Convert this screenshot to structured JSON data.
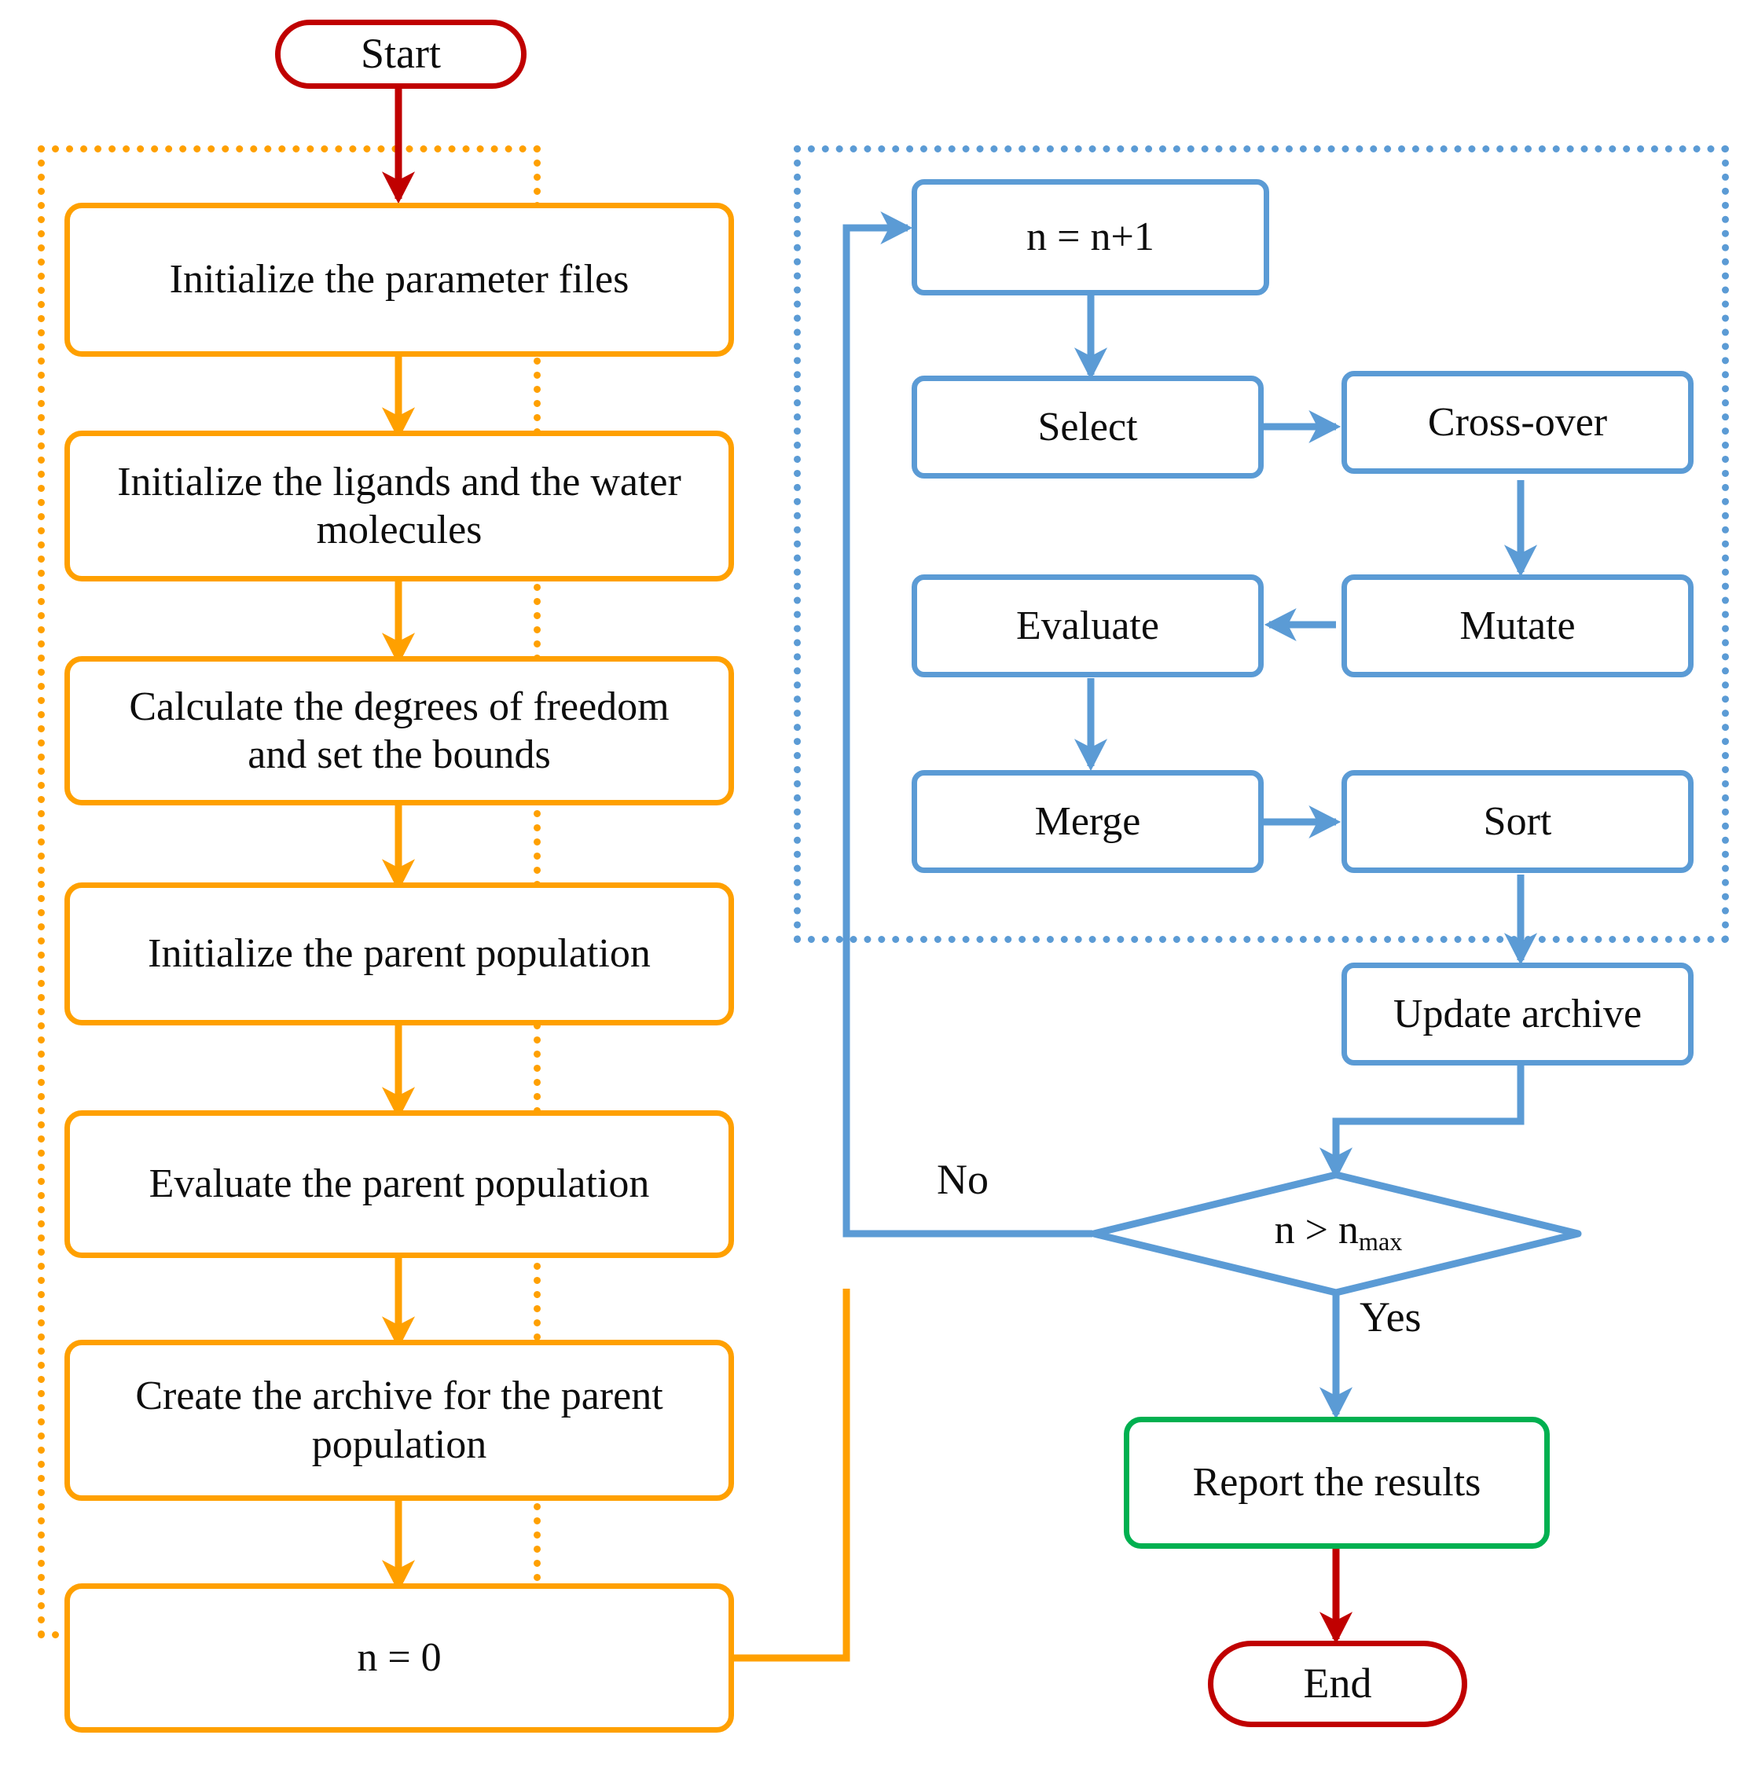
{
  "diagram": {
    "title": "Optimization algorithm flowchart",
    "colors": {
      "start_end": "#C00000",
      "initialization_group": "#FFA000",
      "evolution_group": "#5B9BD5",
      "report": "#00B050",
      "text": "#0D0D0D",
      "background": "#FFFFFF"
    },
    "groups": [
      {
        "id": "initialization",
        "name": "initialization-group",
        "border_style": "dotted",
        "color": "#FFA000"
      },
      {
        "id": "evolution",
        "name": "evolution-loop-group",
        "border_style": "dotted",
        "color": "#5B9BD5"
      }
    ],
    "nodes": {
      "start": {
        "label": "Start",
        "shape": "rounded-pill",
        "color": "#C00000"
      },
      "init_param": {
        "label": "Initialize the parameter files",
        "shape": "rounded-rect",
        "color": "#FFA000"
      },
      "init_ligands": {
        "label": "Initialize the ligands and the water molecules",
        "shape": "rounded-rect",
        "color": "#FFA000"
      },
      "calc_dof": {
        "label": "Calculate the degrees of freedom and set the bounds",
        "shape": "rounded-rect",
        "color": "#FFA000"
      },
      "init_parent": {
        "label": "Initialize the parent population",
        "shape": "rounded-rect",
        "color": "#FFA000"
      },
      "eval_parent": {
        "label": "Evaluate the parent population",
        "shape": "rounded-rect",
        "color": "#FFA000"
      },
      "create_archive": {
        "label": "Create the archive for the parent population",
        "shape": "rounded-rect",
        "color": "#FFA000"
      },
      "n_zero": {
        "label": "n = 0",
        "shape": "rounded-rect",
        "color": "#FFA000"
      },
      "n_increment": {
        "label": "n = n+1",
        "shape": "rounded-rect",
        "color": "#5B9BD5"
      },
      "select": {
        "label": "Select",
        "shape": "rounded-rect",
        "color": "#5B9BD5"
      },
      "crossover": {
        "label": "Cross-over",
        "shape": "rounded-rect",
        "color": "#5B9BD5"
      },
      "mutate": {
        "label": "Mutate",
        "shape": "rounded-rect",
        "color": "#5B9BD5"
      },
      "evaluate": {
        "label": "Evaluate",
        "shape": "rounded-rect",
        "color": "#5B9BD5"
      },
      "merge": {
        "label": "Merge",
        "shape": "rounded-rect",
        "color": "#5B9BD5"
      },
      "sort": {
        "label": "Sort",
        "shape": "rounded-rect",
        "color": "#5B9BD5"
      },
      "update_archive": {
        "label": "Update archive",
        "shape": "rounded-rect",
        "color": "#5B9BD5"
      },
      "decision": {
        "label_main": "n > n",
        "label_sub": "max",
        "shape": "diamond",
        "color": "#5B9BD5"
      },
      "report": {
        "label": "Report the results",
        "shape": "rounded-rect",
        "color": "#00B050"
      },
      "end": {
        "label": "End",
        "shape": "rounded-pill",
        "color": "#C00000"
      }
    },
    "edge_labels": {
      "no": "No",
      "yes": "Yes"
    },
    "edges": [
      {
        "from": "start",
        "to": "init_param",
        "color": "#C00000"
      },
      {
        "from": "init_param",
        "to": "init_ligands",
        "color": "#FFA000"
      },
      {
        "from": "init_ligands",
        "to": "calc_dof",
        "color": "#FFA000"
      },
      {
        "from": "calc_dof",
        "to": "init_parent",
        "color": "#FFA000"
      },
      {
        "from": "init_parent",
        "to": "eval_parent",
        "color": "#FFA000"
      },
      {
        "from": "eval_parent",
        "to": "create_archive",
        "color": "#FFA000"
      },
      {
        "from": "create_archive",
        "to": "n_zero",
        "color": "#FFA000"
      },
      {
        "from": "n_zero",
        "to": "n_increment",
        "color": "#FFA000"
      },
      {
        "from": "n_increment",
        "to": "select",
        "color": "#5B9BD5"
      },
      {
        "from": "select",
        "to": "crossover",
        "color": "#5B9BD5"
      },
      {
        "from": "crossover",
        "to": "mutate",
        "color": "#5B9BD5"
      },
      {
        "from": "mutate",
        "to": "evaluate",
        "color": "#5B9BD5"
      },
      {
        "from": "evaluate",
        "to": "merge",
        "color": "#5B9BD5"
      },
      {
        "from": "merge",
        "to": "sort",
        "color": "#5B9BD5"
      },
      {
        "from": "sort",
        "to": "update_archive",
        "color": "#5B9BD5"
      },
      {
        "from": "update_archive",
        "to": "decision",
        "color": "#5B9BD5"
      },
      {
        "from": "decision",
        "to": "n_increment",
        "label": "No",
        "color": "#5B9BD5"
      },
      {
        "from": "decision",
        "to": "report",
        "label": "Yes",
        "color": "#5B9BD5"
      },
      {
        "from": "report",
        "to": "end",
        "color": "#C00000"
      }
    ]
  }
}
